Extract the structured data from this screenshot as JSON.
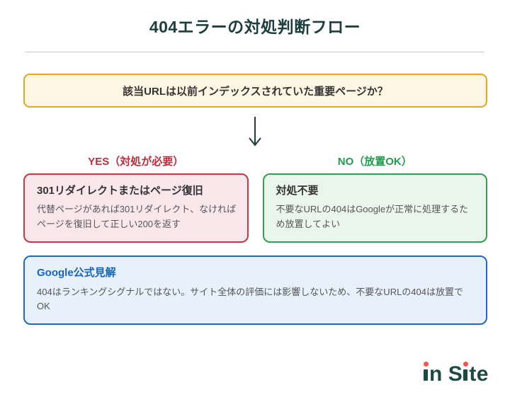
{
  "page": {
    "title": "404エラーの対処判断フロー"
  },
  "question": {
    "text": "該当URLは以前インデックスされていた重要ページか？"
  },
  "branches": {
    "yes": {
      "label": "YES（対処が必要）",
      "box_title": "301リダイレクトまたはページ復旧",
      "box_body": "代替ページがあれば301リダイレクト、なければページを復旧して正しい200を返す"
    },
    "no": {
      "label": "NO（放置OK）",
      "box_title": "対処不要",
      "box_body": "不要なURLの404はGoogleが正常に処理するため放置してよい"
    }
  },
  "note": {
    "title": "Google公式見解",
    "body": "404はランキングシグナルではない。サイト全体の評価には影響しないため、不要なURLの404は放置でOK"
  },
  "logo": {
    "text": "in Site",
    "parts": {
      "after_first_i": "n",
      "cap_s": "S",
      "after_second_i": "te"
    }
  },
  "colors": {
    "title_text": "#1c3e3c",
    "divider": "#cccccc",
    "question_bg": "#fdf6e3",
    "question_border": "#e3a81e",
    "arrow": "#1c3e3c",
    "yes_label": "#c02a3c",
    "no_label": "#1f9c4d",
    "yes_box_bg": "#fae7ec",
    "yes_box_border": "#c23a42",
    "no_box_bg": "#eaf5ec",
    "no_box_border": "#319e54",
    "note_bg": "#e7f1fb",
    "note_border": "#2269c3",
    "note_title": "#1565c0",
    "logo_text": "#1d4b43",
    "logo_dot": "#f0544c"
  }
}
